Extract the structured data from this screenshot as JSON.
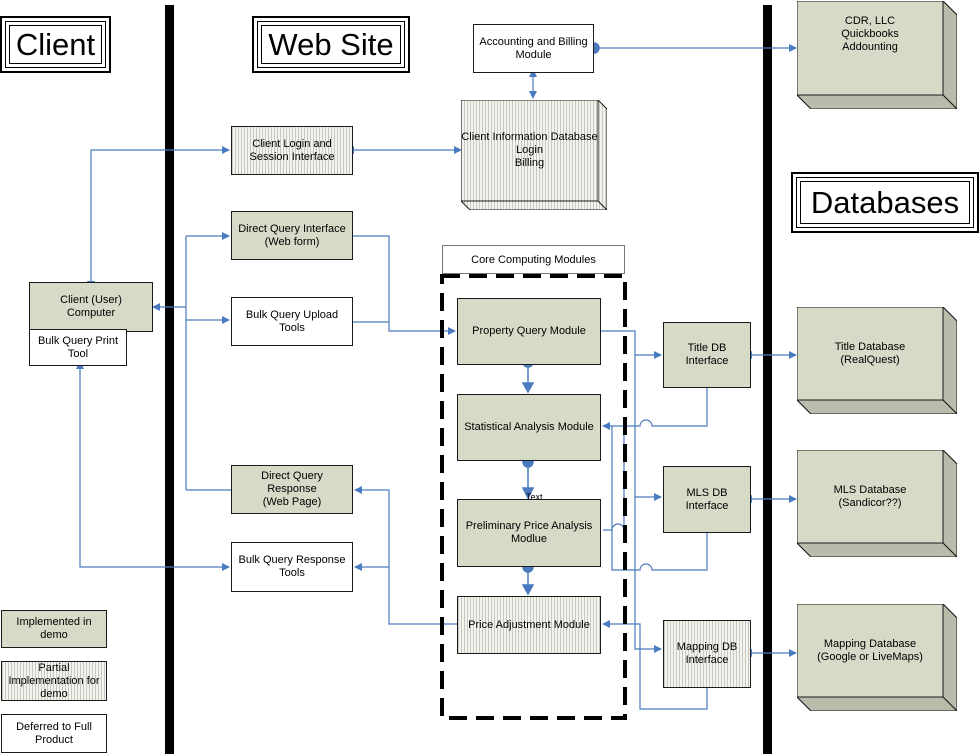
{
  "titles": {
    "client": "Client",
    "website": "Web Site",
    "databases": "Databases"
  },
  "core_label": "Core Computing Modules",
  "stray_text": "Text",
  "boxes": {
    "client_computer": "Client (User)\nComputer",
    "bulk_print": "Bulk Query Print\nTool",
    "client_login": "Client Login and\nSession Interface",
    "direct_query": "Direct Query Interface\n(Web form)",
    "bulk_upload": "Bulk Query Upload\nTools",
    "direct_response": "Direct Query Response\n(Web Page)",
    "bulk_response": "Bulk Query Response\nTools",
    "accounting": "Accounting and Billing\nModule",
    "property_query": "Property Query Module",
    "statistical": "Statistical Analysis Module",
    "preliminary": "Preliminary Price Analysis\nModlue",
    "price_adjust": "Price Adjustment Module",
    "title_iface": "Title DB\nInterface",
    "mls_iface": "MLS DB\nInterface",
    "mapping_iface": "Mapping DB\nInterface"
  },
  "cubes": {
    "client_info": "Client Information Database\nLogin\nBilling",
    "cdr": "CDR, LLC\nQuickbooks\nAddounting",
    "title_db": "Title Database\n(RealQuest)",
    "mls_db": "MLS Database\n(Sandicor??)",
    "mapping_db": "Mapping Database\n(Google or LiveMaps)"
  },
  "legend": {
    "implemented": "Implemented in\ndemo",
    "partial": "Partial\nImplementation for\ndemo",
    "deferred": "Deferred to Full\nProduct"
  },
  "colors": {
    "implemented_fill": "#d6dbc8",
    "connector": "#4a7ac0",
    "cube_front": "#d6dbc8",
    "cube_side": "#b8bcaa"
  }
}
